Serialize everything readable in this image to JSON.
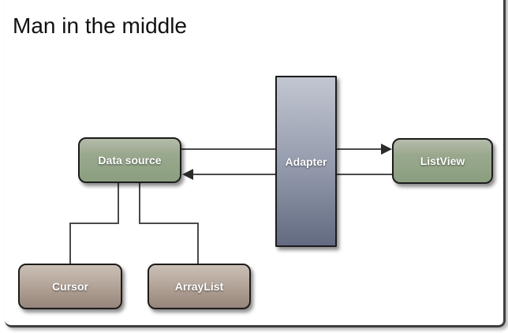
{
  "title": "Man in the middle",
  "nodes": [
    {
      "id": "datasource",
      "label": "Data source",
      "shape": "rounded-rect",
      "palette": "green"
    },
    {
      "id": "adapter",
      "label": "Adapter",
      "shape": "rect",
      "palette": "slate"
    },
    {
      "id": "listview",
      "label": "ListView",
      "shape": "rounded-rect",
      "palette": "green"
    },
    {
      "id": "cursor",
      "label": "Cursor",
      "shape": "rounded-rect",
      "palette": "taupe"
    },
    {
      "id": "arraylist",
      "label": "ArrayList",
      "shape": "rounded-rect",
      "palette": "taupe"
    }
  ],
  "edges": [
    {
      "from": "Data source",
      "to": "ListView",
      "type": "arrow",
      "direction": "right",
      "passes_behind": "Adapter"
    },
    {
      "from": "ListView",
      "to": "Data source",
      "type": "arrow",
      "direction": "left",
      "passes_behind": "Adapter"
    },
    {
      "from": "Data source",
      "to": "Cursor",
      "type": "elbow-connector",
      "direction": "down"
    },
    {
      "from": "Data source",
      "to": "ArrayList",
      "type": "elbow-connector",
      "direction": "down"
    }
  ],
  "colors": {
    "green_node_top": "#b5bcab",
    "green_node_bottom": "#879a7b",
    "slate_node_top": "#c2c6d1",
    "slate_node_bottom": "#636a81",
    "taupe_node_top": "#cbc0b6",
    "taupe_node_bottom": "#95857a",
    "node_border": "#1c1c1c",
    "node_text": "#ffffff",
    "connector_line": "#4a4a4a",
    "arrowhead": "#2b2b2b",
    "title_text": "#111111",
    "frame_border": "#3f3f3f",
    "background": "#ffffff"
  }
}
